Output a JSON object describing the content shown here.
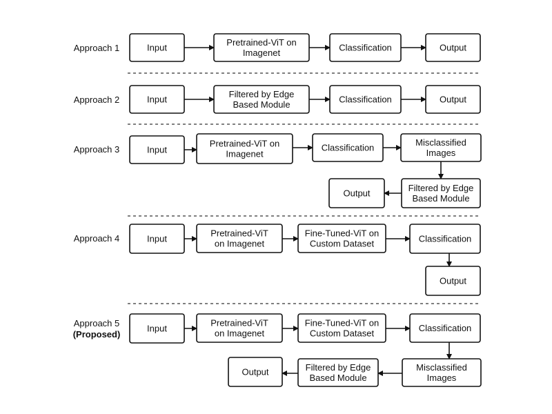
{
  "approaches": [
    {
      "label": "Approach 1",
      "nodes": [
        "Input",
        "Pretrained-ViT on Imagenet",
        "Classification",
        "Output"
      ]
    },
    {
      "label": "Approach 2",
      "nodes": [
        "Input",
        "Filtered by Edge Based Module",
        "Classification",
        "Output"
      ]
    },
    {
      "label": "Approach 3",
      "nodes": [
        "Input",
        "Pretrained-ViT on Imagenet",
        "Classification",
        "Misclassified Images",
        "Filtered by Edge Based Module",
        "Output"
      ]
    },
    {
      "label": "Approach 4",
      "nodes": [
        "Input",
        "Pretrained-ViT on Imagenet",
        "Fine-Tuned-ViT on Custom Dataset",
        "Classification",
        "Output"
      ]
    },
    {
      "label": "Approach 5",
      "label_note": "(Proposed)",
      "nodes": [
        "Input",
        "Pretrained-ViT on Imagenet",
        "Fine-Tuned-ViT on Custom Dataset",
        "Classification",
        "Misclassified Images",
        "Filtered by Edge Based Module",
        "Output"
      ]
    }
  ]
}
